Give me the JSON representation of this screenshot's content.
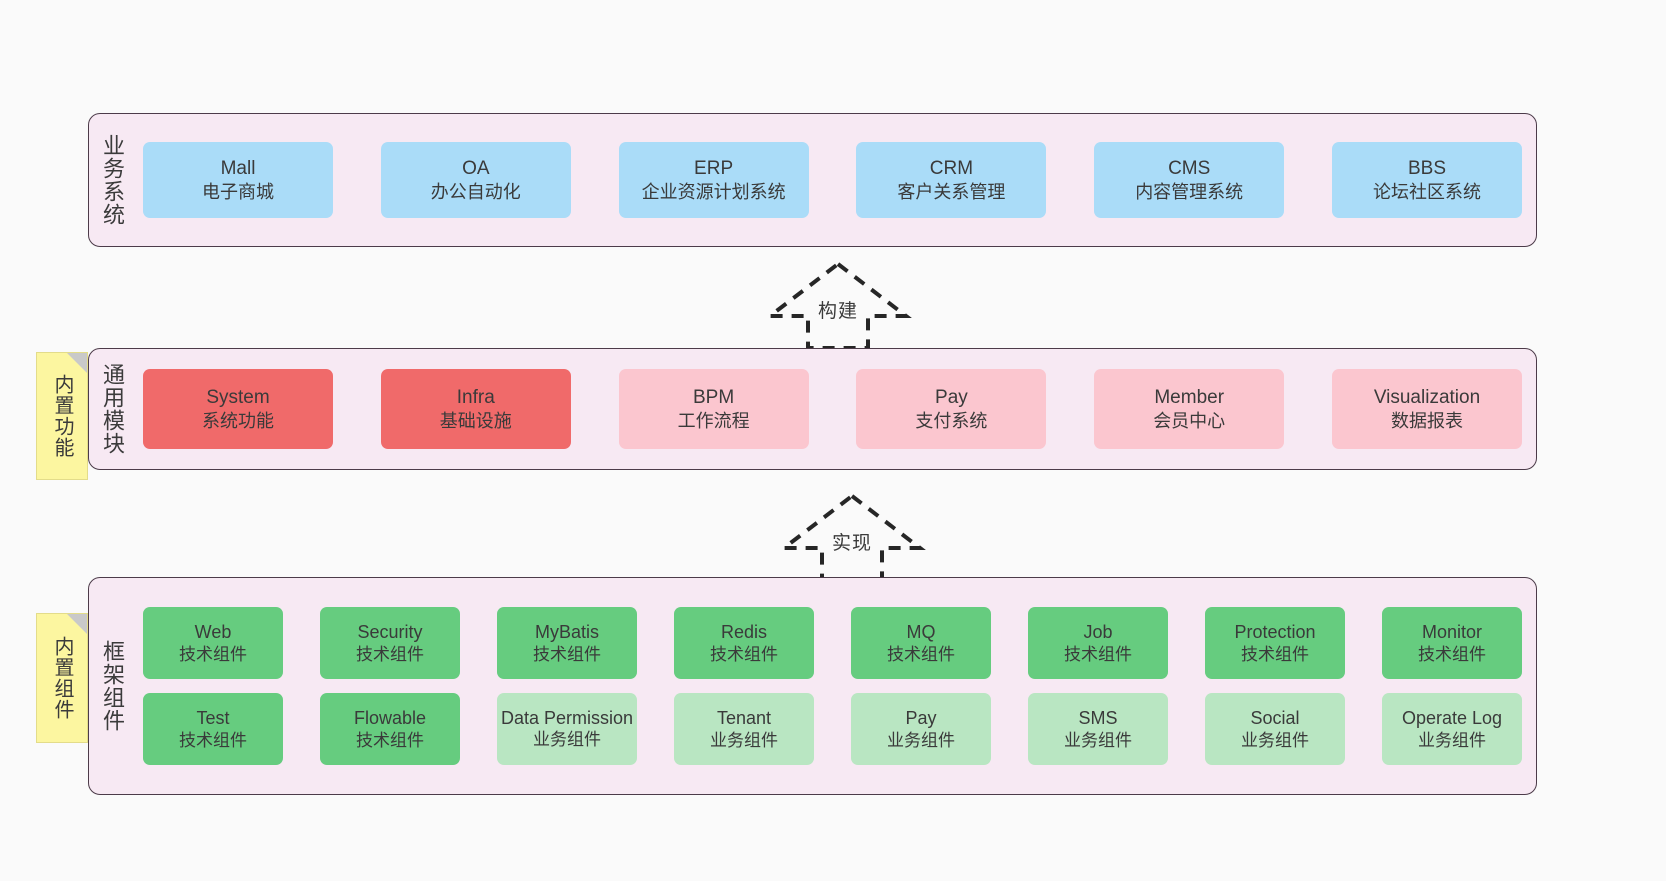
{
  "diagram": {
    "colors": {
      "background": "#fafafa",
      "layer_panel": "#f7e9f3",
      "layer_border": "#4c3b49",
      "business_card": "#aadcf8",
      "module_strong": "#f06a6a",
      "module_light": "#fbc6cf",
      "tech_component": "#66cc7f",
      "business_component": "#b9e6c2",
      "note": "#fcf6a0",
      "note_fold": "#c9c9c9"
    }
  },
  "layers": {
    "business": {
      "title": "业务系统",
      "cards": [
        {
          "en": "Mall",
          "cn": "电子商城"
        },
        {
          "en": "OA",
          "cn": "办公自动化"
        },
        {
          "en": "ERP",
          "cn": "企业资源计划系统"
        },
        {
          "en": "CRM",
          "cn": "客户关系管理"
        },
        {
          "en": "CMS",
          "cn": "内容管理系统"
        },
        {
          "en": "BBS",
          "cn": "论坛社区系统"
        }
      ]
    },
    "module": {
      "title": "通用模块",
      "note": "内置功能",
      "cards": [
        {
          "en": "System",
          "cn": "系统功能",
          "style": "strong"
        },
        {
          "en": "Infra",
          "cn": "基础设施",
          "style": "strong"
        },
        {
          "en": "BPM",
          "cn": "工作流程",
          "style": "light"
        },
        {
          "en": "Pay",
          "cn": "支付系统",
          "style": "light"
        },
        {
          "en": "Member",
          "cn": "会员中心",
          "style": "light"
        },
        {
          "en": "Visualization",
          "cn": "数据报表",
          "style": "light"
        }
      ]
    },
    "framework": {
      "title": "框架组件",
      "note": "内置组件",
      "row1": [
        {
          "en": "Web",
          "cn": "技术组件",
          "style": "tech"
        },
        {
          "en": "Security",
          "cn": "技术组件",
          "style": "tech"
        },
        {
          "en": "MyBatis",
          "cn": "技术组件",
          "style": "tech"
        },
        {
          "en": "Redis",
          "cn": "技术组件",
          "style": "tech"
        },
        {
          "en": "MQ",
          "cn": "技术组件",
          "style": "tech"
        },
        {
          "en": "Job",
          "cn": "技术组件",
          "style": "tech"
        },
        {
          "en": "Protection",
          "cn": "技术组件",
          "style": "tech"
        },
        {
          "en": "Monitor",
          "cn": "技术组件",
          "style": "tech"
        }
      ],
      "row2": [
        {
          "en": "Test",
          "cn": "技术组件",
          "style": "tech"
        },
        {
          "en": "Flowable",
          "cn": "技术组件",
          "style": "tech"
        },
        {
          "en": "Data Permission",
          "cn": "业务组件",
          "style": "biz2"
        },
        {
          "en": "Tenant",
          "cn": "业务组件",
          "style": "biz2"
        },
        {
          "en": "Pay",
          "cn": "业务组件",
          "style": "biz2"
        },
        {
          "en": "SMS",
          "cn": "业务组件",
          "style": "biz2"
        },
        {
          "en": "Social",
          "cn": "业务组件",
          "style": "biz2"
        },
        {
          "en": "Operate Log",
          "cn": "业务组件",
          "style": "biz2"
        }
      ]
    }
  },
  "arrows": [
    {
      "label": "构建"
    },
    {
      "label": "实现"
    }
  ]
}
